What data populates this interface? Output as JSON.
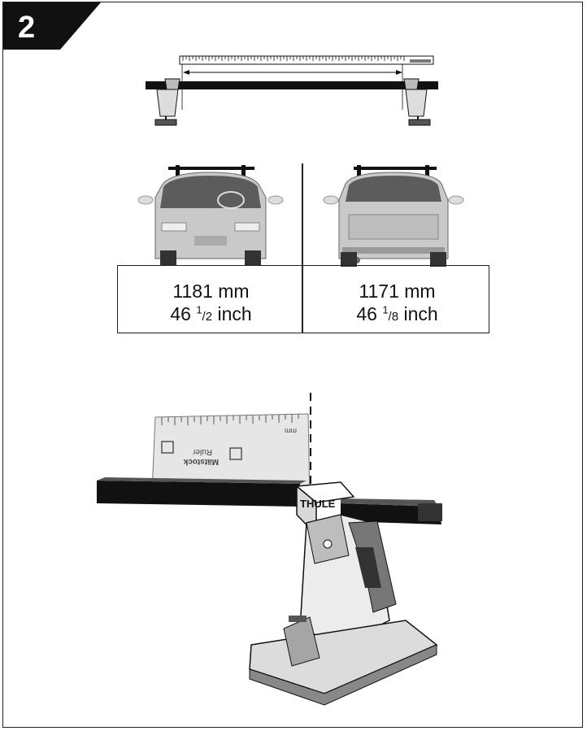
{
  "step": {
    "number": "2"
  },
  "measurements": [
    {
      "mm": "1181 mm",
      "inch_whole": "46 ",
      "inch_num": "1",
      "inch_den": "/2",
      "inch_unit": " inch"
    },
    {
      "mm": "1171 mm",
      "inch_whole": "46 ",
      "inch_num": "1",
      "inch_den": "/8",
      "inch_unit": " inch"
    }
  ],
  "ruler": {
    "brand": "THULE",
    "unit": "mm",
    "title": "Mätstock",
    "subtitle": "Ruler"
  },
  "colors": {
    "ink": "#111111",
    "gray_dark": "#555555",
    "gray_mid": "#9a9a9a",
    "gray_light": "#cfcfcf"
  }
}
